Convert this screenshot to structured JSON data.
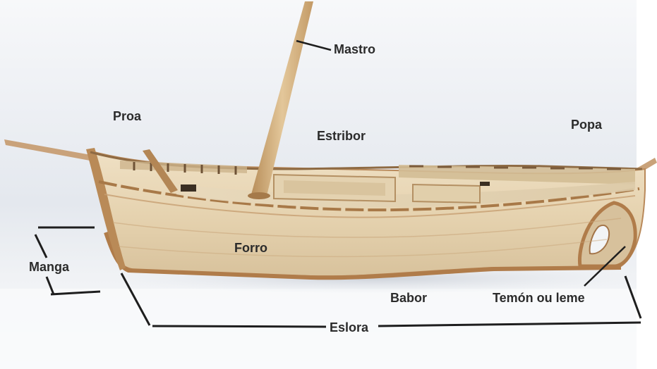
{
  "figure": {
    "labels": {
      "mastro": "Mastro",
      "proa": "Proa",
      "estribor": "Estribor",
      "popa": "Popa",
      "forro": "Forro",
      "manga": "Manga",
      "babor": "Babor",
      "temon": "Temón ou leme",
      "eslora": "Eslora"
    }
  }
}
